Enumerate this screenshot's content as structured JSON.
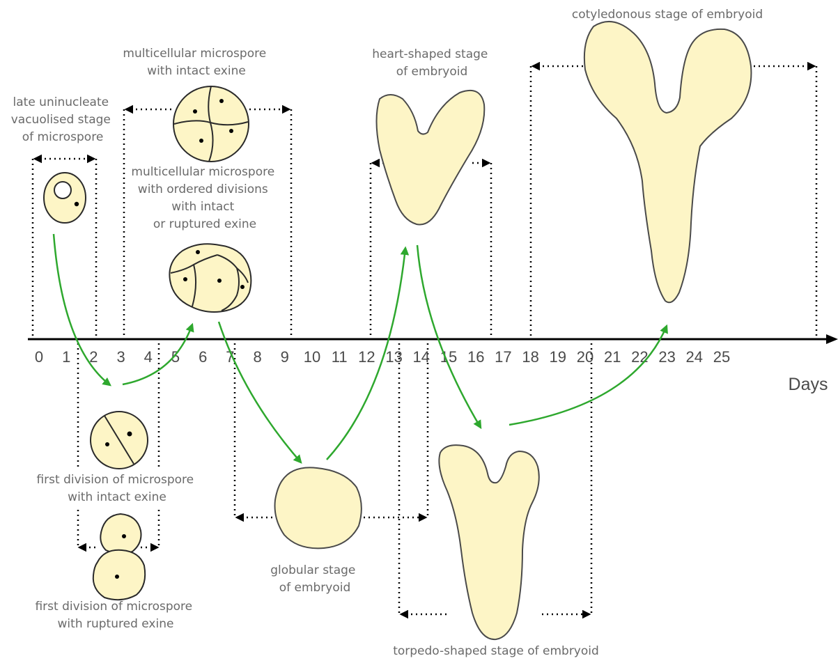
{
  "axis": {
    "ticks": [
      "0",
      "1",
      "2",
      "3",
      "4",
      "5",
      "6",
      "7",
      "8",
      "9",
      "10",
      "11",
      "12",
      "13",
      "14",
      "15",
      "16",
      "17",
      "18",
      "19",
      "20",
      "21",
      "22",
      "23",
      "24",
      "25"
    ],
    "unit_label": "Days"
  },
  "stages": {
    "late_uninucleate": [
      "late uninucleate",
      "vacuolised stage",
      "of microspore"
    ],
    "multicellular_intact": [
      "multicellular microspore",
      "with intact exine"
    ],
    "multicellular_ordered": [
      "multicellular microspore",
      "with ordered divisions",
      "with intact",
      "or ruptured exine"
    ],
    "first_division_intact": [
      "first division of microspore",
      "with intact exine"
    ],
    "first_division_ruptured": [
      "first division of microspore",
      "with ruptured exine"
    ],
    "globular": [
      "globular stage",
      "of embryoid"
    ],
    "heart_shaped": [
      "heart-shaped stage",
      "of embryoid"
    ],
    "torpedo_shaped": [
      "torpedo-shaped stage of embryoid"
    ],
    "cotyledonous": [
      "cotyledonous stage of embryoid"
    ]
  },
  "colors": {
    "cell_fill": "#fdf5c6",
    "arrow_green": "#2ea82e",
    "axis": "#000000",
    "text": "#6a6a6a"
  }
}
